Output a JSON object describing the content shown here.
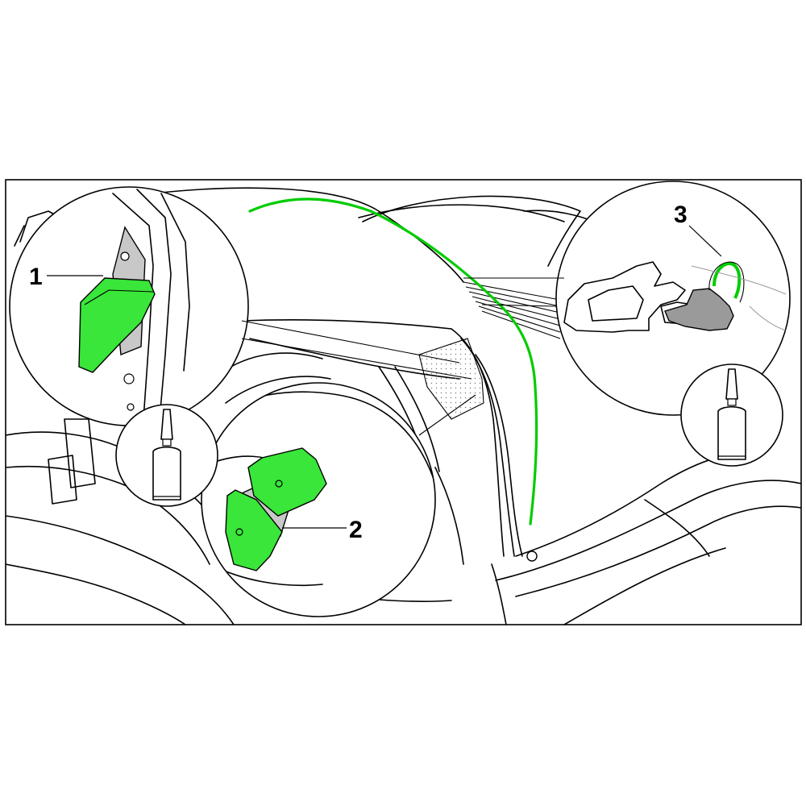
{
  "callouts": {
    "one": "1",
    "two": "2",
    "three": "3"
  },
  "colors": {
    "highlight": "#39e639",
    "highlight_stroke": "#00cc00",
    "line": "#000000",
    "shade": "#c8c8c8",
    "background": "#ffffff"
  },
  "icons": [
    "sealant-cartridge-icon",
    "sealant-cartridge-icon"
  ]
}
